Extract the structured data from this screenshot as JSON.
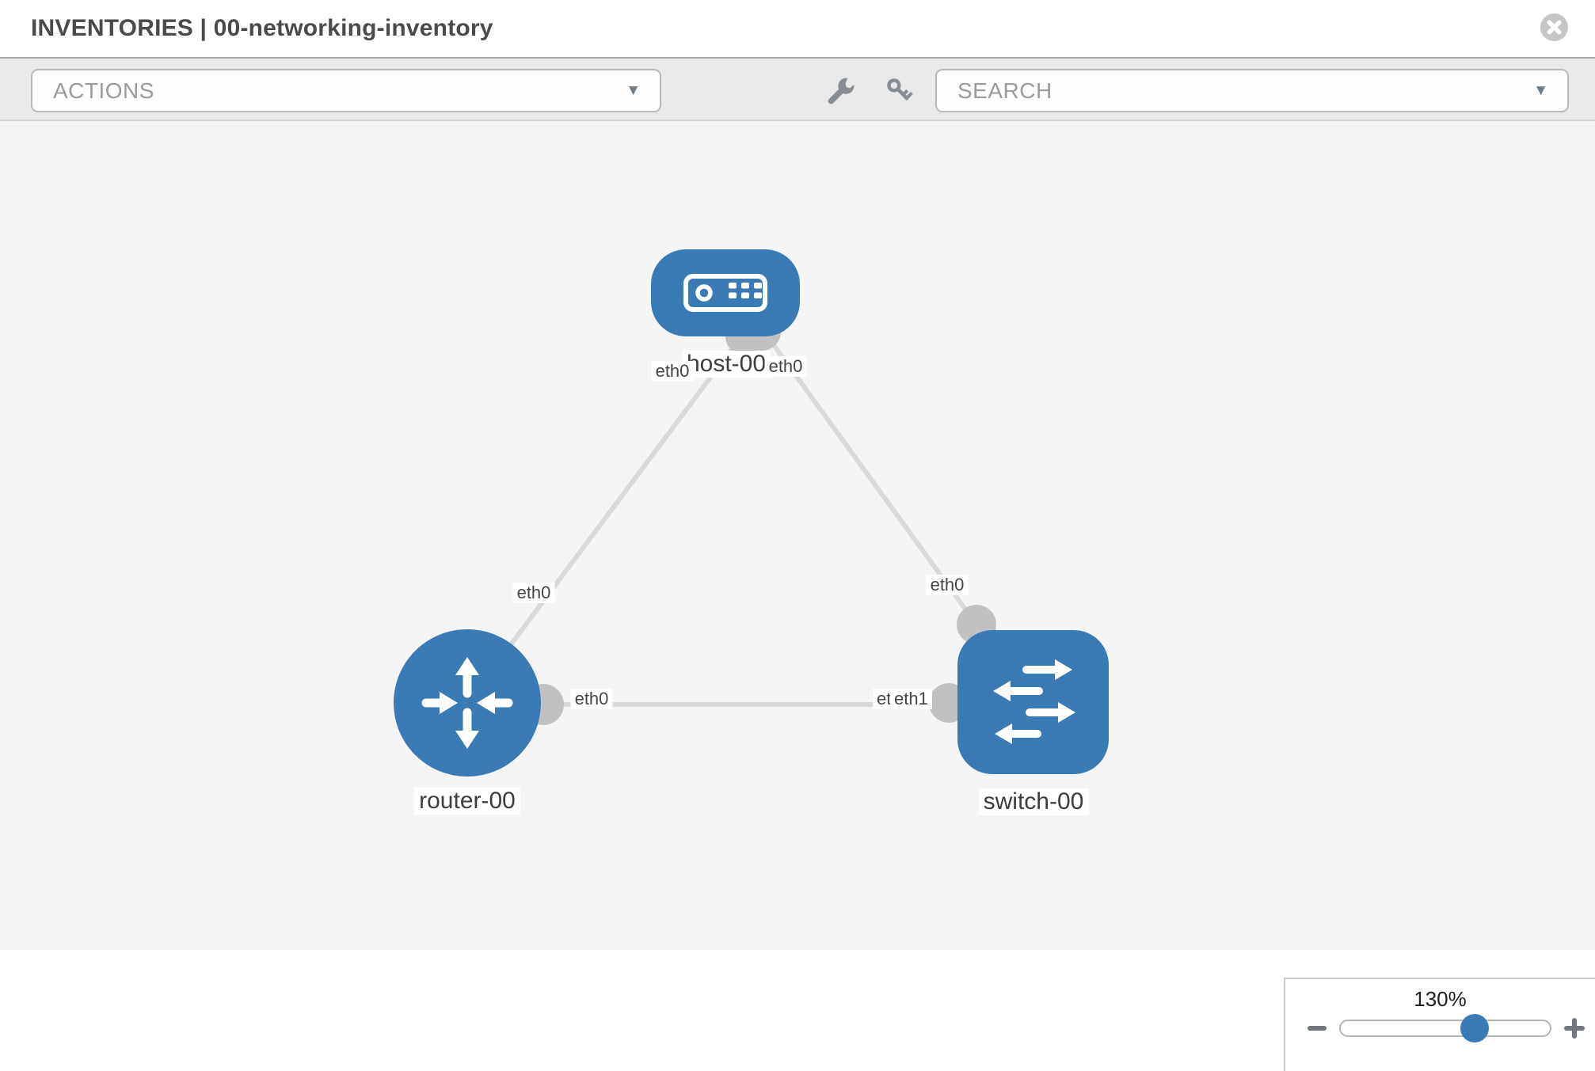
{
  "header": {
    "title": "INVENTORIES | 00-networking-inventory",
    "close_icon": "close-circle"
  },
  "toolbar": {
    "actions_placeholder": "ACTIONS",
    "search_placeholder": "SEARCH",
    "icons": [
      "wrench",
      "key"
    ]
  },
  "glyphs": {
    "chevron_down": "▼"
  },
  "topology": {
    "nodes": [
      {
        "id": "host-00",
        "label": "host-00",
        "type": "host"
      },
      {
        "id": "router-00",
        "label": "router-00",
        "type": "router"
      },
      {
        "id": "switch-00",
        "label": "switch-00",
        "type": "switch"
      }
    ],
    "links": [
      {
        "from": "router-00",
        "to": "host-00",
        "from_port": "eth0",
        "to_port": "eth0"
      },
      {
        "from": "switch-00",
        "to": "host-00",
        "from_port": "eth0",
        "to_port": "eth0"
      },
      {
        "from": "router-00",
        "to": "switch-00",
        "from_port": "eth0",
        "to_port": "eth1"
      }
    ],
    "port_labels": [
      {
        "text": "eth0",
        "link": "router-00—host-00",
        "end": "host-00"
      },
      {
        "text": "eth0",
        "link": "switch-00—host-00",
        "end": "host-00"
      },
      {
        "text": "eth0",
        "link": "router-00—host-00",
        "end": "router-00"
      },
      {
        "text": "eth0",
        "link": "switch-00—host-00",
        "end": "switch-00"
      },
      {
        "text": "eth0",
        "link": "router-00—switch-00",
        "end": "router-00"
      },
      {
        "text": "eth0",
        "link": "router-00—switch-00",
        "end": "switch-00 (overlapped)"
      },
      {
        "text": "eth1",
        "link": "router-00—switch-00",
        "end": "switch-00"
      }
    ]
  },
  "zoom_widget": {
    "level": "130%"
  },
  "colors": {
    "node_blue": "#3a7ab5",
    "link_gray": "#d9d9d9",
    "endpoint_gray": "#c1c1c1",
    "toolbar_gray": "#e9e9e9",
    "canvas_gray": "#f5f5f5",
    "icon_gray": "#868d95"
  }
}
